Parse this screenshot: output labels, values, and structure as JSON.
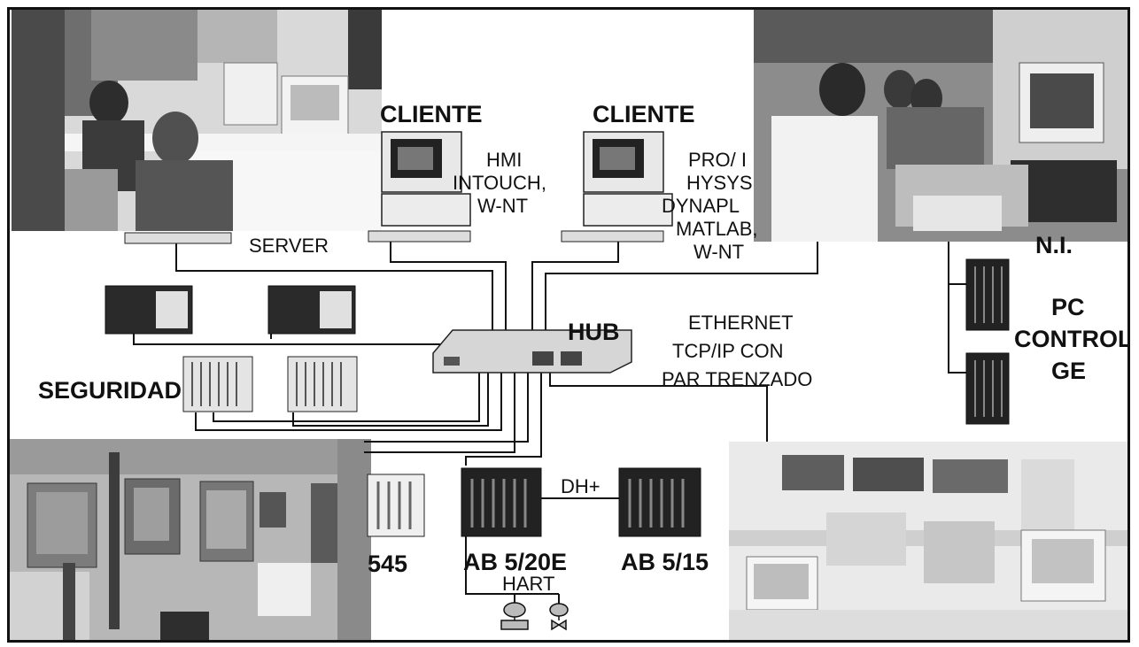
{
  "labels": {
    "cliente_1": "CLIENTE",
    "cliente_2": "CLIENTE",
    "hmi": "HMI",
    "intouch": "INTOUCH,",
    "wnt_1": "W-NT",
    "pro": "PRO/ I",
    "hysys": "HYSYS",
    "dynapl": "DYNAPL",
    "matlab": "MATLAB,",
    "wnt_2": "W-NT",
    "server": "SERVER",
    "hub": "HUB",
    "ethernet_1": "ETHERNET",
    "ethernet_2": "TCP/IP CON",
    "ethernet_3": "PAR TRENZADO",
    "seguridad": "SEGURIDAD",
    "ni": "N.I.",
    "pc_control_1": "PC",
    "pc_control_2": "CONTROL",
    "pc_control_3": "GE",
    "dh_plus": "DH+",
    "ab_5_20e": "AB 5/20E",
    "ab_5_15": "AB 5/15",
    "hart": "HART",
    "label_545": "545"
  }
}
